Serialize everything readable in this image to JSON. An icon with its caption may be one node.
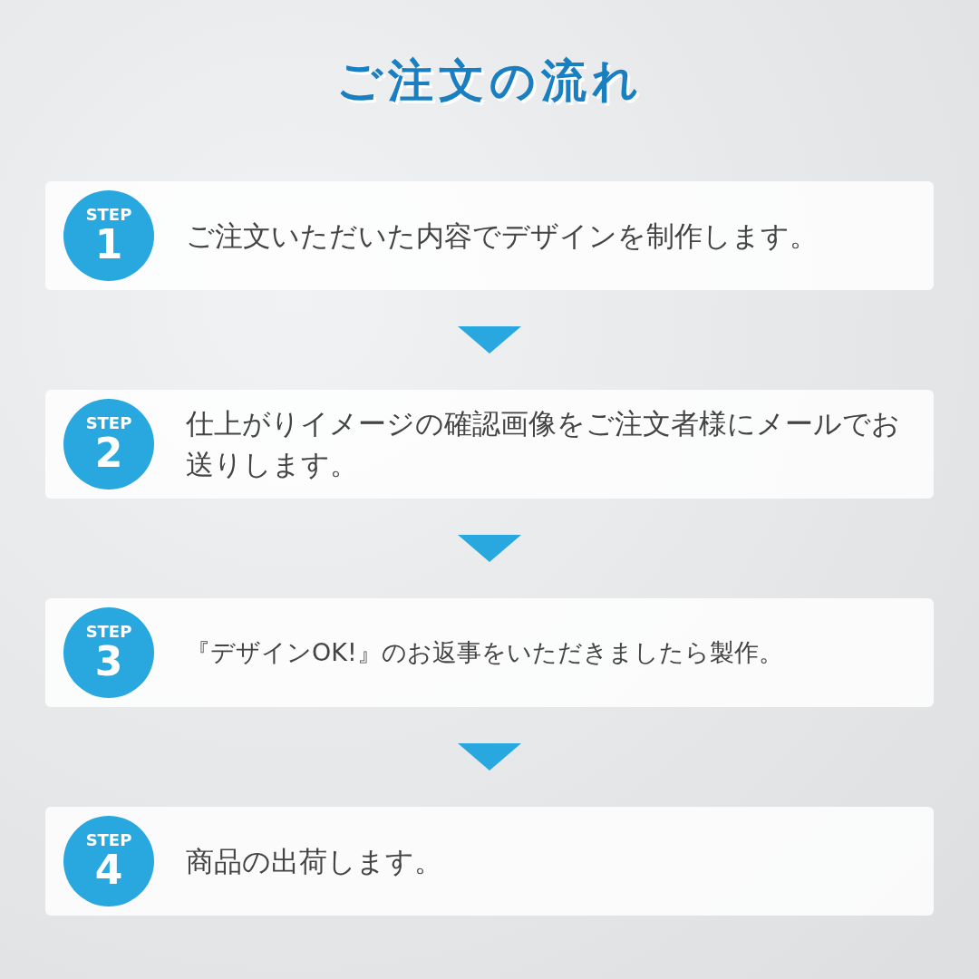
{
  "diagram": {
    "title": "ご注文の流れ",
    "nodes": [
      {
        "text": [
          "ご注文いただいた内容でデザインを制作します。"
        ]
      },
      {
        "text": [
          "STEP",
          "1"
        ],
        "in": 0
      },
      {
        "text": [
          "仕上がりイメージの確認画像をご注文者様にメールでお送りします。"
        ]
      },
      {
        "text": [
          "STEP",
          "2"
        ],
        "in": 2
      },
      {
        "text": [
          "『デザインOK!』のお返事をいただきましたら製作。"
        ]
      },
      {
        "text": [
          "STEP",
          "3"
        ],
        "in": 4
      },
      {
        "text": [
          "商品の出荷します。"
        ]
      },
      {
        "text": [
          "STEP",
          "4"
        ],
        "in": 6
      }
    ],
    "edges": [
      {
        "from": 0,
        "to": 2,
        "arrow": "to"
      },
      {
        "from": 2,
        "to": 4,
        "arrow": "to"
      },
      {
        "from": 4,
        "to": 6,
        "arrow": "to"
      }
    ]
  }
}
